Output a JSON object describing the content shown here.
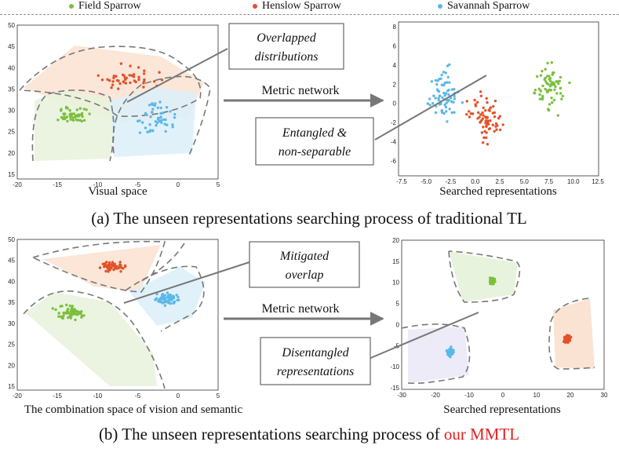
{
  "legend": [
    {
      "label": "Field Sparrow",
      "color": "#7cbf3f"
    },
    {
      "label": "Henslow Sparrow",
      "color": "#e2522a"
    },
    {
      "label": "Savannah Sparrow",
      "color": "#5bb8e8"
    }
  ],
  "colors": {
    "field": "#7cbf3f",
    "henslow": "#e2522a",
    "savannah": "#5bb8e8",
    "accent_red": "#e02020"
  },
  "panel_a": {
    "caption": "(a) The unseen representations searching process of traditional TL",
    "left_label": "Visual space",
    "right_label": "Searched representations",
    "arrow_label": "Metric network",
    "box_top": [
      "Overlapped",
      "distributions"
    ],
    "box_bottom": [
      "Entangled &",
      "non-separable"
    ],
    "left_xticks": [
      "-20",
      "-15",
      "-10",
      "-5",
      "0",
      "5"
    ],
    "left_yticks": [
      "50",
      "45",
      "40",
      "35",
      "30",
      "25",
      "20",
      "15"
    ],
    "right_xticks": [
      "-7.5",
      "-5.0",
      "-2.5",
      "0.0",
      "2.5",
      "5.0",
      "7.5",
      "10.0",
      "12.5"
    ],
    "right_yticks": [
      "8",
      "6",
      "4",
      "2",
      "0",
      "-2",
      "-4",
      "-6"
    ]
  },
  "panel_b": {
    "caption_prefix": "(b) The unseen representations searching process of ",
    "caption_highlight": "our MMTL",
    "left_label": "The combination space of vision and semantic",
    "right_label": "Searched representations",
    "arrow_label": "Metric network",
    "box_top": [
      "Mitigated",
      "overlap"
    ],
    "box_bottom": [
      "Disentangled",
      "representations"
    ],
    "left_xticks": [
      "-20",
      "-15",
      "-10",
      "-5",
      "0",
      "5"
    ],
    "left_yticks": [
      "50",
      "45",
      "40",
      "35",
      "30",
      "25",
      "20",
      "15"
    ],
    "right_xticks": [
      "-30",
      "-20",
      "-10",
      "0",
      "10",
      "20",
      "30"
    ],
    "right_yticks": [
      "20",
      "15",
      "10",
      "5",
      "0",
      "-5",
      "-10",
      "-15"
    ]
  }
}
